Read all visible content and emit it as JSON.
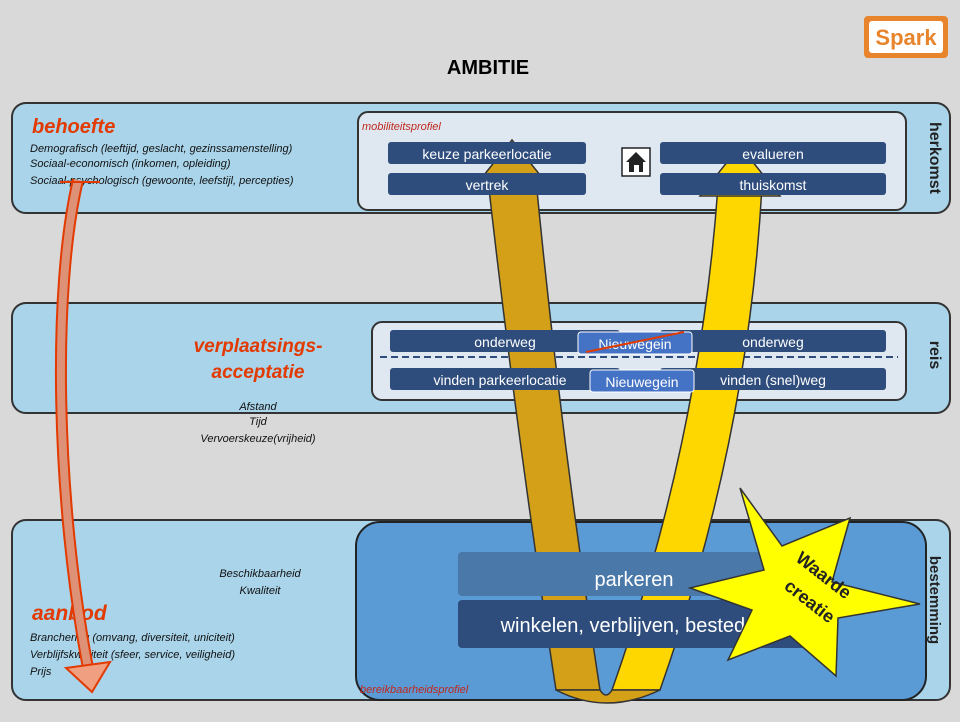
{
  "title": "AMBITIE",
  "logo": {
    "text": "Spark",
    "color": "#e8842c"
  },
  "colors": {
    "band_light": "#a9d4ea",
    "band_bottom": "#5b9bd5",
    "band_bottom_dark": "#2f6fb0",
    "bar": "#2e4d7c",
    "bar_light": "#4a78a8",
    "arrow_gold": "#d4a017",
    "arrow_yellow": "#ffd700",
    "red": "#e23a00",
    "star": "#ffff00"
  },
  "herkomst": {
    "side_label": "herkomst",
    "heading": "behoefte",
    "lines": [
      "Demografisch (leeftijd, geslacht, gezinssamenstelling)",
      "Sociaal-economisch (inkomen, opleiding)",
      "Sociaal-psychologisch (gewoonte, leefstijl, percepties)"
    ],
    "profile": "mobiliteitsprofiel",
    "bar1_left": "keuze parkeerlocatie",
    "bar1_right": "evalueren",
    "bar2_left": "vertrek",
    "bar2_right": "thuiskomst",
    "home_icon": "house-icon"
  },
  "reis": {
    "side_label": "reis",
    "heading_line1": "verplaatsings-",
    "heading_line2": "acceptatie",
    "sub": [
      "Afstand",
      "Tijd",
      "Vervoerskeuze(vrijheid)"
    ],
    "bar1_left": "onderweg",
    "bar1_right": "onderweg",
    "bar1_center": "Nieuwegein",
    "bar2_left": "vinden parkeerlocatie",
    "bar2_right": "vinden (snel)weg",
    "bar2_center": "Nieuwegein"
  },
  "bestemming": {
    "side_label": "bestemming",
    "heading": "aanbod",
    "lines": [
      "Branchering (omvang, diversiteit, uniciteit)",
      "Verblijfskwaliteit (sfeer, service, veiligheid)",
      "Prijs"
    ],
    "sub": [
      "Beschikbaarheid",
      "Kwaliteit"
    ],
    "profile": "bereikbaarheidsprofiel",
    "bar1": "parkeren",
    "bar2": "winkelen, verblijven, besteden",
    "star_line1": "Waarde",
    "star_line2": "creatie"
  }
}
